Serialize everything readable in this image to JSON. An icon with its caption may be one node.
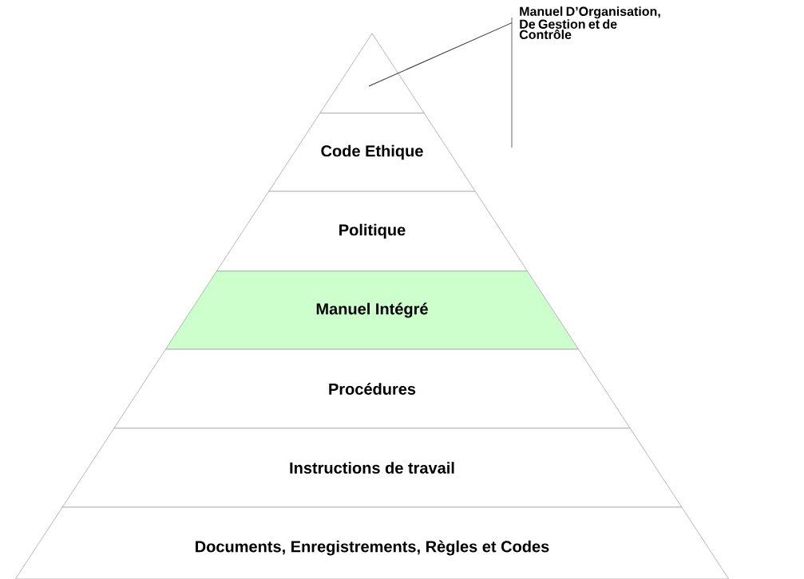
{
  "diagram": {
    "nodes": [
      {
        "text": [
          "Manuel D’Organisation, De Gestion et de Contrôle"
        ]
      },
      {
        "text": [],
        "shape": "triangle"
      },
      {
        "text": [
          "Code Ethique"
        ]
      },
      {
        "text": [
          "Politique"
        ]
      },
      {
        "text": [
          "Manuel Intégré"
        ]
      },
      {
        "text": [
          "Procédures"
        ]
      },
      {
        "text": [
          "Instructions de travail"
        ]
      },
      {
        "text": [
          "Documents, Enregistrements, Règles et Codes"
        ]
      }
    ],
    "edges": [
      {
        "from": 0,
        "to": 1,
        "arrow": "none"
      }
    ]
  }
}
